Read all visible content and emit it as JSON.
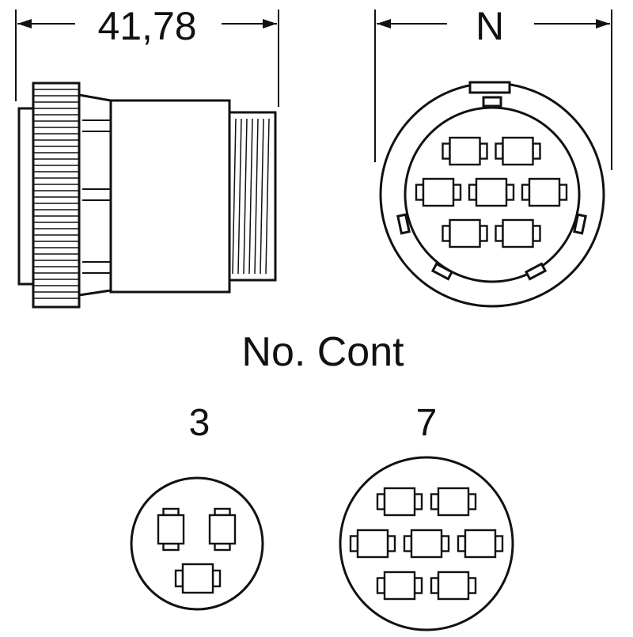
{
  "dimensions": {
    "length_label": "41,78",
    "diameter_label": "N"
  },
  "section_title": "No. Cont",
  "layouts": [
    {
      "label": "3",
      "contacts": 3
    },
    {
      "label": "7",
      "contacts": 7
    }
  ],
  "colors": {
    "line": "#111111",
    "background": "#ffffff"
  }
}
